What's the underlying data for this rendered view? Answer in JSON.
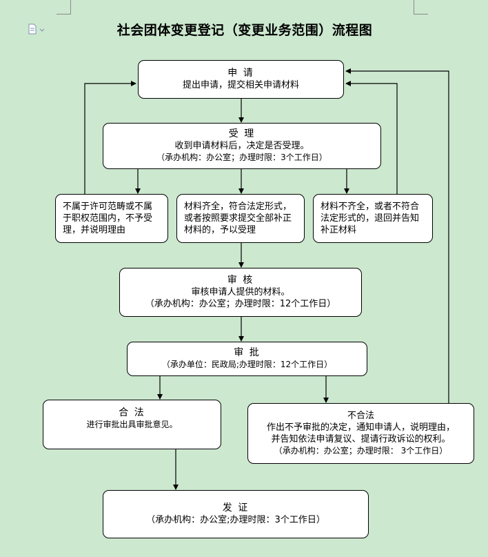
{
  "page": {
    "title": "社会团体变更登记（变更业务范围）流程图"
  },
  "steps": {
    "apply": {
      "heading": "申 请",
      "line1": "提出申请，提交相关申请材料"
    },
    "accept": {
      "heading": "受 理",
      "line1": "收到申请材料后，决定是否受理。",
      "line2": "（承办机构：办公室；办理时限：3个工作日）"
    },
    "reject": {
      "text": "不属于许可范畴或不属于职权范围内，不予受理，并说明理由"
    },
    "complete": {
      "text": "材料齐全，符合法定形式，或者按照要求提交全部补正材料的，予以受理"
    },
    "incomplete": {
      "text": "材料不齐全，或者不符合法定形式的，退回并告知补正材料"
    },
    "review": {
      "heading": "审 核",
      "line1": "审核申请人提供的材料。",
      "line2": "（承办机构：办公室；办理时限：12个工作日）"
    },
    "approve": {
      "heading": "审 批",
      "line1": "（承办单位：民政局;办理时限：12个工作日）"
    },
    "legal": {
      "heading": "合 法",
      "line1": "进行审批出具审批意见。"
    },
    "illegal": {
      "heading": "不合法",
      "line1": "作出不予审批的决定，通知申请人，说明理由，",
      "line2": "并告知依法申请复议、提请行政诉讼的权利。",
      "line3": "（承办机构：办公室；办理时限： 3个工作日）"
    },
    "issue": {
      "heading": "发 证",
      "line1": "（承办机构：办公室;办理时限：3个工作日）"
    }
  },
  "icons": {
    "doc": "document-icon"
  }
}
